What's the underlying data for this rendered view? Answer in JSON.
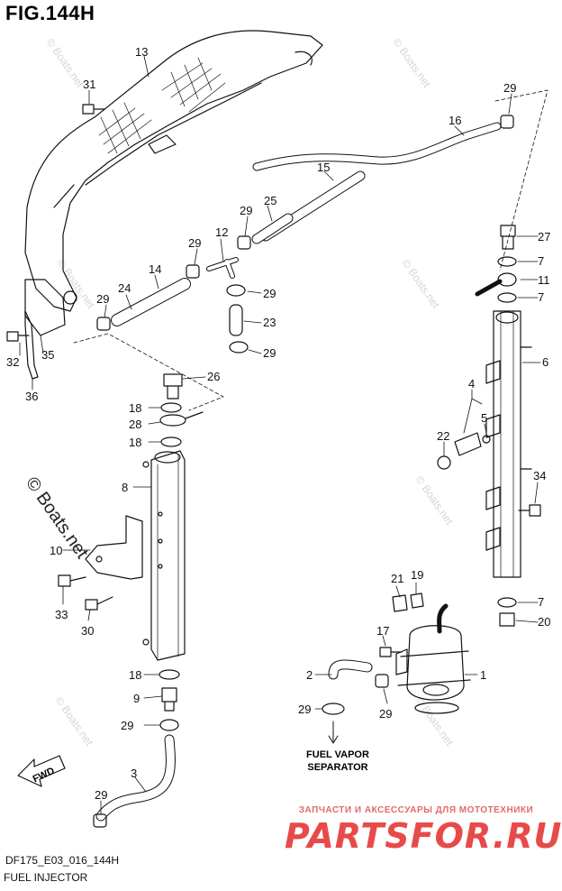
{
  "header": {
    "figure_title": "FIG.144H"
  },
  "footer": {
    "diagram_code": "DF175_E03_016_144H",
    "section_name": "FUEL INJECTOR"
  },
  "labels": {
    "separator_line1": "FUEL VAPOR",
    "separator_line2": "SEPARATOR",
    "fwd": "FWD"
  },
  "watermark": {
    "text": "© Boats.net",
    "color": "#d6d6d6"
  },
  "brand": {
    "tagline": "ЗАПЧАСТИ И АКСЕССУАРЫ ДЛЯ МОТОТЕХНИКИ",
    "logo": "PARTSFOR.RU",
    "color": "#e84a4a"
  },
  "callouts": [
    {
      "id": "c13",
      "text": "13"
    },
    {
      "id": "c31",
      "text": "31"
    },
    {
      "id": "c29a",
      "text": "29"
    },
    {
      "id": "c16",
      "text": "16"
    },
    {
      "id": "c15",
      "text": "15"
    },
    {
      "id": "c25",
      "text": "25"
    },
    {
      "id": "c29b",
      "text": "29"
    },
    {
      "id": "c12",
      "text": "12"
    },
    {
      "id": "c29c",
      "text": "29"
    },
    {
      "id": "c14",
      "text": "14"
    },
    {
      "id": "c24",
      "text": "24"
    },
    {
      "id": "c29d",
      "text": "29"
    },
    {
      "id": "c29e",
      "text": "29"
    },
    {
      "id": "c23",
      "text": "23"
    },
    {
      "id": "c29f",
      "text": "29"
    },
    {
      "id": "c27",
      "text": "27"
    },
    {
      "id": "c7a",
      "text": "7"
    },
    {
      "id": "c11",
      "text": "11"
    },
    {
      "id": "c7b",
      "text": "7"
    },
    {
      "id": "c6",
      "text": "6"
    },
    {
      "id": "c32",
      "text": "32"
    },
    {
      "id": "c35",
      "text": "35"
    },
    {
      "id": "c36",
      "text": "36"
    },
    {
      "id": "c26",
      "text": "26"
    },
    {
      "id": "c18a",
      "text": "18"
    },
    {
      "id": "c28",
      "text": "28"
    },
    {
      "id": "c18b",
      "text": "18"
    },
    {
      "id": "c4",
      "text": "4"
    },
    {
      "id": "c5",
      "text": "5"
    },
    {
      "id": "c22",
      "text": "22"
    },
    {
      "id": "c8",
      "text": "8"
    },
    {
      "id": "c34",
      "text": "34"
    },
    {
      "id": "c10",
      "text": "10"
    },
    {
      "id": "c33",
      "text": "33"
    },
    {
      "id": "c30",
      "text": "30"
    },
    {
      "id": "c21",
      "text": "21"
    },
    {
      "id": "c19",
      "text": "19"
    },
    {
      "id": "c7c",
      "text": "7"
    },
    {
      "id": "c20",
      "text": "20"
    },
    {
      "id": "c17",
      "text": "17"
    },
    {
      "id": "c18c",
      "text": "18"
    },
    {
      "id": "c2",
      "text": "2"
    },
    {
      "id": "c1",
      "text": "1"
    },
    {
      "id": "c9",
      "text": "9"
    },
    {
      "id": "c29g",
      "text": "29"
    },
    {
      "id": "c29h",
      "text": "29"
    },
    {
      "id": "c29i",
      "text": "29"
    },
    {
      "id": "c3",
      "text": "3"
    },
    {
      "id": "c29j",
      "text": "29"
    }
  ]
}
